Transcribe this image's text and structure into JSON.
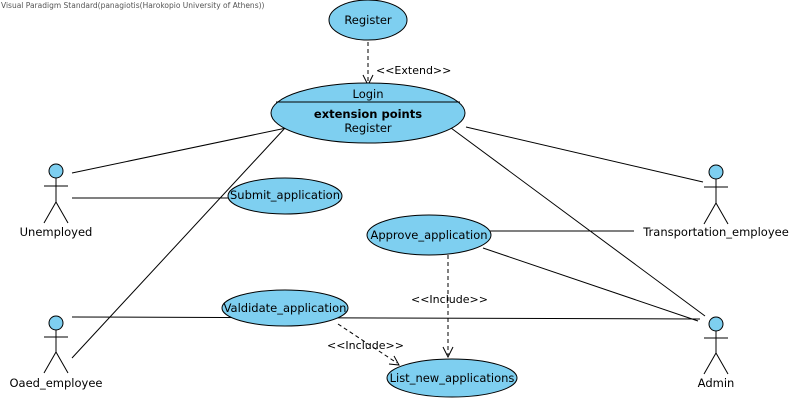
{
  "watermark": "Visual Paradigm Standard(panagiotis(Harokopio University of Athens))",
  "use_cases": {
    "register": "Register",
    "login": {
      "name": "Login",
      "section": "extension points",
      "point": "Register"
    },
    "submit_application": "Submit_application",
    "approve_application": "Approve_application",
    "valdidate_application": "Valdidate_application",
    "list_new_applications": "List_new_applications"
  },
  "actors": {
    "unemployed": "Unemployed",
    "oaed_employee": "Oaed_employee",
    "transportation_employee": "Transportation_employee",
    "admin": "Admin"
  },
  "relations": {
    "extend": "<<Extend>>",
    "include_approve": "<<Include>>",
    "include_valdidate": "<<Include>>"
  },
  "colors": {
    "use_case_fill": "#7ecff0",
    "line": "#000000"
  }
}
